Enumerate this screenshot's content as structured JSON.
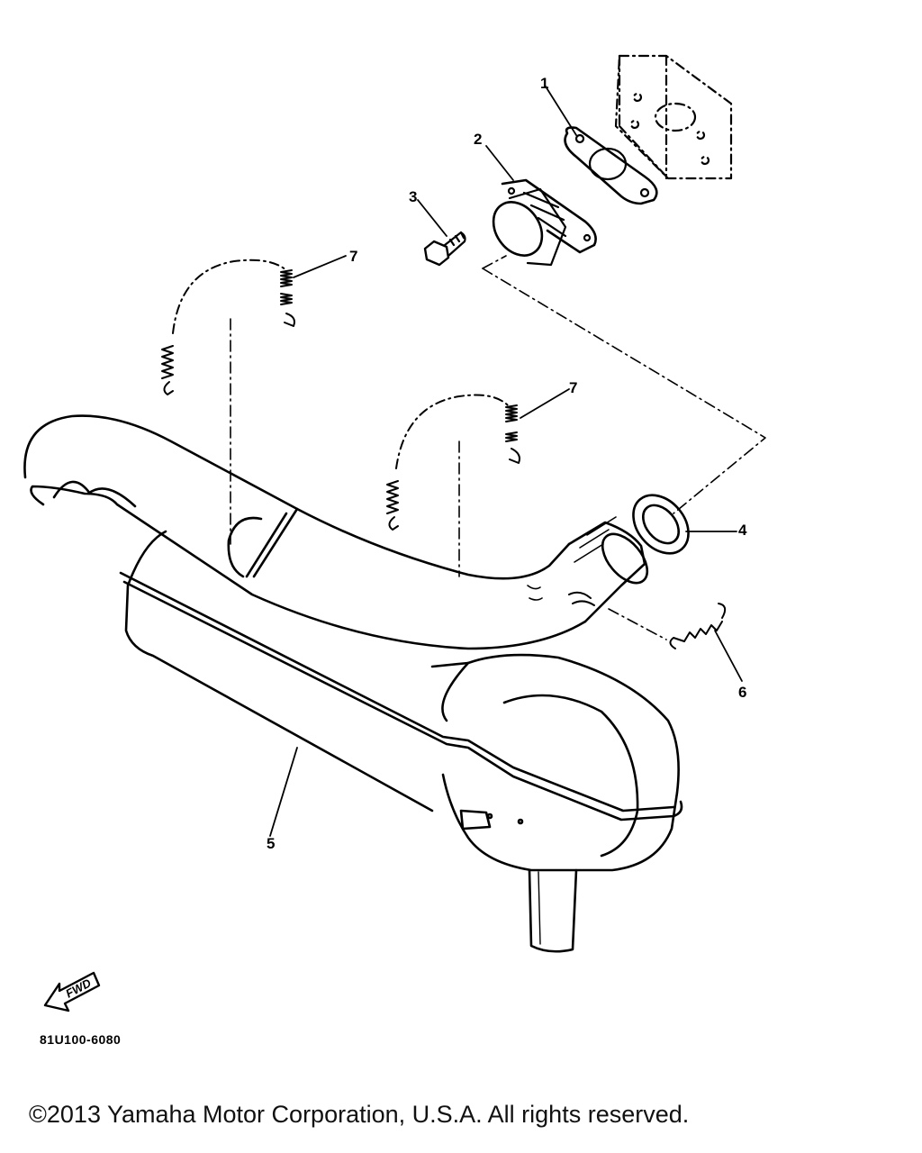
{
  "callouts": {
    "c1": "1",
    "c2": "2",
    "c3": "3",
    "c4": "4",
    "c5": "5",
    "c6": "6",
    "c7a": "7",
    "c7b": "7"
  },
  "fwd_label": "FWD",
  "diagram_code": "81U100-6080",
  "copyright": "©2013 Yamaha Motor Corporation, U.S.A. All rights reserved."
}
